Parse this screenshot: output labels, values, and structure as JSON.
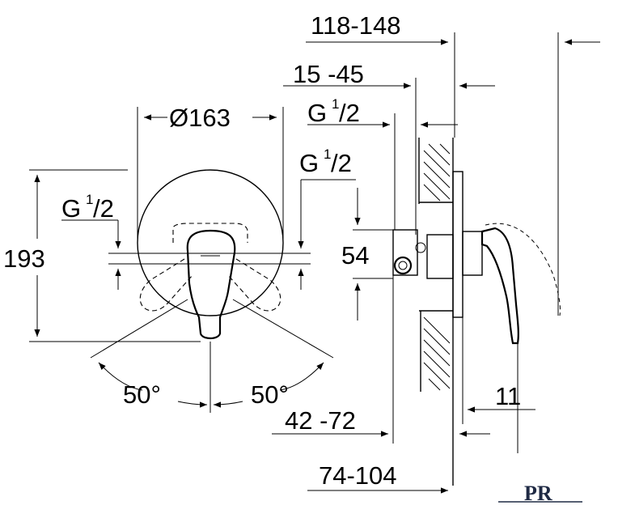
{
  "drawing": {
    "front_view": {
      "diameter_label": "Ø163",
      "height_label": "193",
      "left_thread": {
        "main": "G",
        "sup": "1",
        "sub": "/2"
      },
      "right_thread": {
        "main": "G",
        "sup": "1",
        "sub": "/2"
      },
      "left_angle_label": "50°",
      "right_angle_label": "50°"
    },
    "side_view": {
      "dim_118_148": "118-148",
      "dim_15_45": "15 -45",
      "dim_54": "54",
      "dim_42_72": "42 -72",
      "dim_74_104": "74-104",
      "dim_11": "11",
      "thread": {
        "main": "G",
        "sup": "1",
        "sub": "/2"
      }
    }
  },
  "logo": {
    "text": "PR"
  },
  "colors": {
    "line": "#000000",
    "background": "#ffffff",
    "logo": "#1f2a44"
  }
}
